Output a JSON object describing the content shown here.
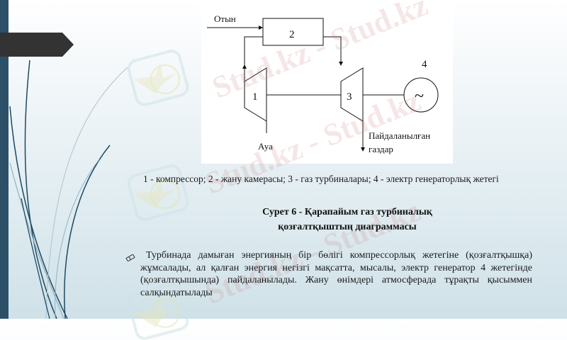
{
  "diagram": {
    "fuel_label": "Отын",
    "combustion_chamber_number": "2",
    "compressor_number": "1",
    "turbine_number": "3",
    "generator_number": "4",
    "generator_symbol": "~",
    "air_label": "Ауа",
    "exhaust_label_line1": "Пайдаланылған",
    "exhaust_label_line2": "газдар"
  },
  "legend": {
    "text": "1 - компрессор; 2 - жану камерасы; 3 - газ турбиналары; 4 - электр генераторлық жетегі"
  },
  "caption": {
    "line1": "Сурет 6 - Қарапайым газ турбиналық",
    "line2": "қозғалтқыштың диаграммасы"
  },
  "bullet": {
    "icon": "eraser-bullet-icon",
    "text": "Турбинада дамыған энергияның бір бөлігі компрессорлық жетегіне (қозғалтқышқа) жұмсалады, ал қалған энергия негізгі мақсатта, мысалы, электр генератор 4 жетегінде (қозғалтқышында) пайдаланылады. Жану өнімдері атмосферада тұрақты қысыммен салқындатылады"
  },
  "watermark": {
    "text": "Stud.kz - Stud.kz"
  },
  "colors": {
    "left_bar": "#2c5068",
    "arrow_tab": "#333333",
    "swirl": "#1f4a63"
  }
}
